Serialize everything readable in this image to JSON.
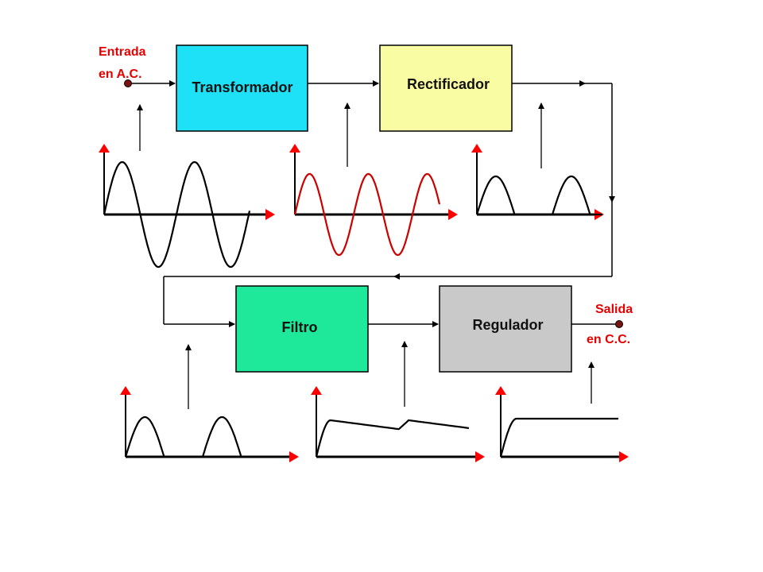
{
  "blocks": {
    "transformer": {
      "label": "Transformador",
      "color": "#1ee1f7"
    },
    "rectifier": {
      "label": "Rectificador",
      "color": "#fafca3"
    },
    "filter": {
      "label": "Filtro",
      "color": "#1ee99b"
    },
    "regulator": {
      "label": "Regulador",
      "color": "#c9c9c9"
    }
  },
  "input": {
    "line1": "Entrada",
    "line2": "en A.C."
  },
  "output": {
    "line1": "Salida",
    "line2": "en C.C."
  },
  "colors": {
    "axis": "#000000",
    "axis_arrow": "#ff0000",
    "signal": "#000000",
    "highlight_signal": "#cc0000",
    "text_accent": "#e60000",
    "terminal": "#7a1212"
  },
  "waveforms": [
    {
      "id": "ac-input",
      "shape": "sine"
    },
    {
      "id": "ac-transformed",
      "shape": "sine",
      "highlight": true
    },
    {
      "id": "half-wave-rectified",
      "shape": "half-wave"
    },
    {
      "id": "half-wave-before-filter",
      "shape": "half-wave"
    },
    {
      "id": "filtered-ripple",
      "shape": "ripple"
    },
    {
      "id": "regulated-dc",
      "shape": "flat-dc"
    }
  ]
}
